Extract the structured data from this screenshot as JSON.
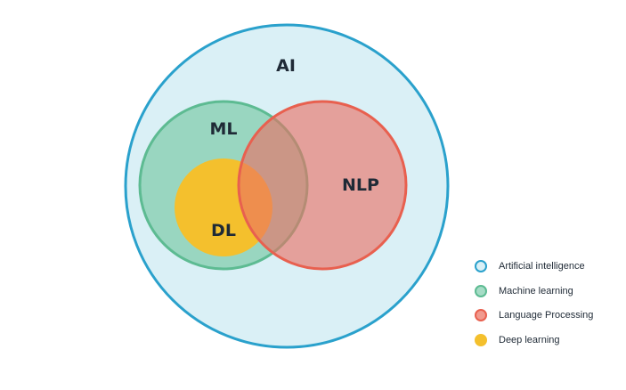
{
  "diagram": {
    "sets": {
      "ai": {
        "label": "AI",
        "fill": "#daf0f6",
        "stroke": "#2aa1cc"
      },
      "ml": {
        "label": "ML",
        "fill": "#88cfb3",
        "fill_opacity": 0.8,
        "stroke": "#5dbb92"
      },
      "dl": {
        "label": "DL",
        "fill": "#f4c02d",
        "stroke": "#f4c02d"
      },
      "nlp": {
        "label": "NLP",
        "fill": "#ea6f62",
        "fill_opacity": 0.62,
        "stroke": "#e8604f"
      }
    }
  },
  "legend": {
    "items": [
      {
        "label": "Artificial intelligence",
        "fill": "#daf0f6",
        "stroke": "#2aa1cc"
      },
      {
        "label": "Machine learning",
        "fill": "#a6dcc6",
        "stroke": "#5dbb92"
      },
      {
        "label": "Language Processing",
        "fill": "#f19a8e",
        "stroke": "#e8604f"
      },
      {
        "label": "Deep learning",
        "fill": "#f4c02d",
        "stroke": "#f4c02d"
      }
    ]
  }
}
